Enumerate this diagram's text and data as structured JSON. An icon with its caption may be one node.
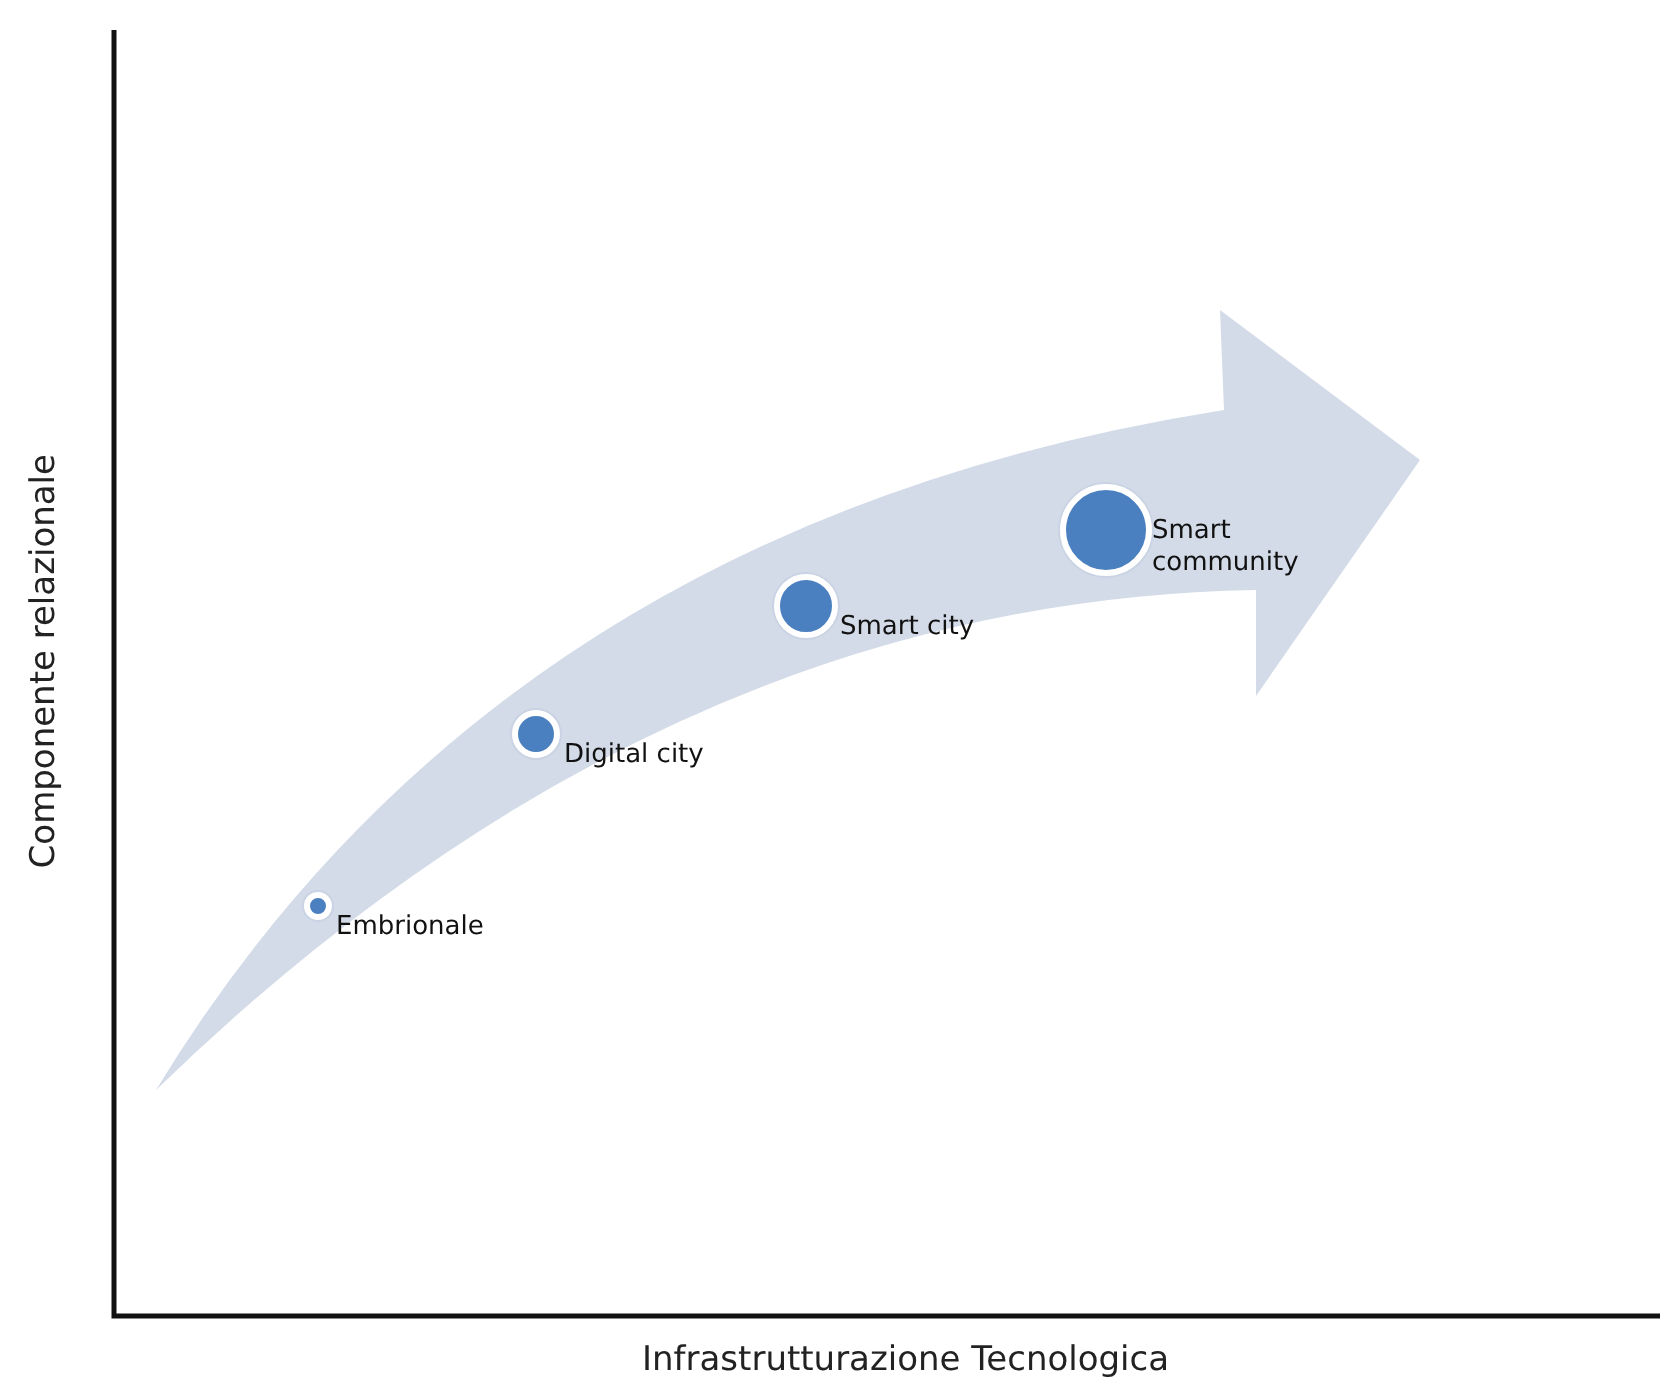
{
  "diagram": {
    "nodes": [
      {
        "text": [],
        "shape": "circle",
        "beside": [
          "Embrionale"
        ]
      },
      {
        "text": [],
        "shape": "circle",
        "beside": [
          "Digital city"
        ]
      },
      {
        "text": [],
        "shape": "circle",
        "beside": [
          "Smart city"
        ]
      },
      {
        "text": [],
        "shape": "circle",
        "beside": [
          "Smart community"
        ]
      }
    ],
    "edges": [],
    "labels": [
      "Componente relazionale",
      "Infrastrutturazione Tecnologica"
    ]
  }
}
